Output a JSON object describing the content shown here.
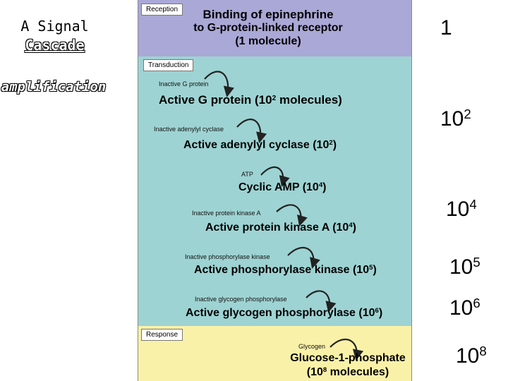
{
  "sidebar": {
    "title_line1": "A Signal",
    "title_line2": "Cascade",
    "subtitle": "amplification"
  },
  "sections": {
    "reception": "Reception",
    "transduction": "Transduction",
    "response": "Response"
  },
  "steps": {
    "binding_line1": "Binding of epinephrine",
    "binding_line2": "to G-protein-linked receptor",
    "binding_line3": "(1 molecule)",
    "inactive_g": "Inactive G protein",
    "active_g_pre": "Active G protein (10",
    "active_g_exp": "2",
    "active_g_post": " molecules)",
    "inactive_ac": "Inactive adenylyl cyclase",
    "active_ac_pre": "Active adenylyl cyclase (10",
    "active_ac_exp": "2",
    "active_ac_post": ")",
    "atp": "ATP",
    "camp_pre": "Cyclic AMP (10",
    "camp_exp": "4",
    "camp_post": ")",
    "inactive_pka": "Inactive protein kinase A",
    "active_pka_pre": "Active protein kinase A (10",
    "active_pka_exp": "4",
    "active_pka_post": ")",
    "inactive_phk": "Inactive phosphorylase kinase",
    "active_phk_pre": "Active phosphorylase kinase (10",
    "active_phk_exp": "5",
    "active_phk_post": ")",
    "inactive_gp": "Inactive glycogen phosphorylase",
    "active_gp_pre": "Active glycogen phosphorylase (10",
    "active_gp_exp": "6",
    "active_gp_post": ")",
    "glycogen": "Glycogen",
    "g1p_line1": "Glucose-1-phosphate",
    "g1p_line2_pre": "(10",
    "g1p_line2_exp": "8",
    "g1p_line2_post": " molecules)"
  },
  "amounts": [
    {
      "base": "1",
      "exp": ""
    },
    {
      "base": "10",
      "exp": "2"
    },
    {
      "base": "10",
      "exp": "4"
    },
    {
      "base": "10",
      "exp": "5"
    },
    {
      "base": "10",
      "exp": "6"
    },
    {
      "base": "10",
      "exp": "8"
    }
  ],
  "colors": {
    "reception": "#aaa8d6",
    "transduction": "#9ed3d3",
    "response": "#faf1a8"
  }
}
